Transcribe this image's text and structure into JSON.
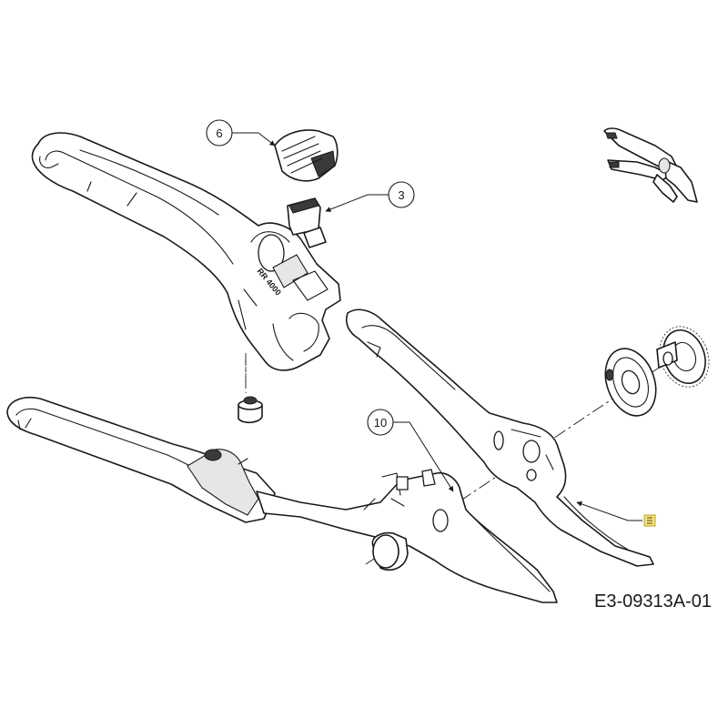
{
  "callouts": [
    {
      "label": "6"
    },
    {
      "label": "3"
    },
    {
      "label": "10"
    }
  ],
  "handle_stamp": "RR 4000",
  "drawing_code": "E3-09313A-01"
}
